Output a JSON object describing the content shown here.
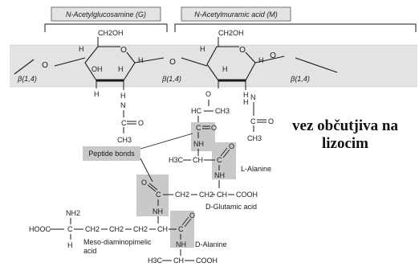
{
  "labels": {
    "nag": "N-Acetylglucosamine  (G)",
    "nam": "N-Acetylmuramic acid  (M)",
    "beta": "β(1,4)",
    "peptide_bonds": "Peptide bonds",
    "l_alanine": "L-Alanine",
    "d_glutamic": "D-Glutamic acid",
    "meso_dap_1": "Meso-diaminopimelic",
    "meso_dap_2": "acid",
    "d_alanine": "D-Alanine"
  },
  "atoms": {
    "ch2oh": "CH2OH",
    "oh": "OH",
    "h": "H",
    "o": "O",
    "n": "N",
    "nh": "NH",
    "nh2": "NH2",
    "c": "C",
    "ch3": "CH3",
    "h3c": "H3C",
    "hc": "HC",
    "ch": "CH",
    "ch2": "CH2",
    "cooh": "COOH",
    "hooc": "HOOC"
  },
  "callout": {
    "line1": "vez občutjiva na",
    "line2": "lizocim"
  },
  "colors": {
    "highlight": "#c9c9c9",
    "band": "#e3e3e3",
    "ink": "#1a1a1a"
  }
}
